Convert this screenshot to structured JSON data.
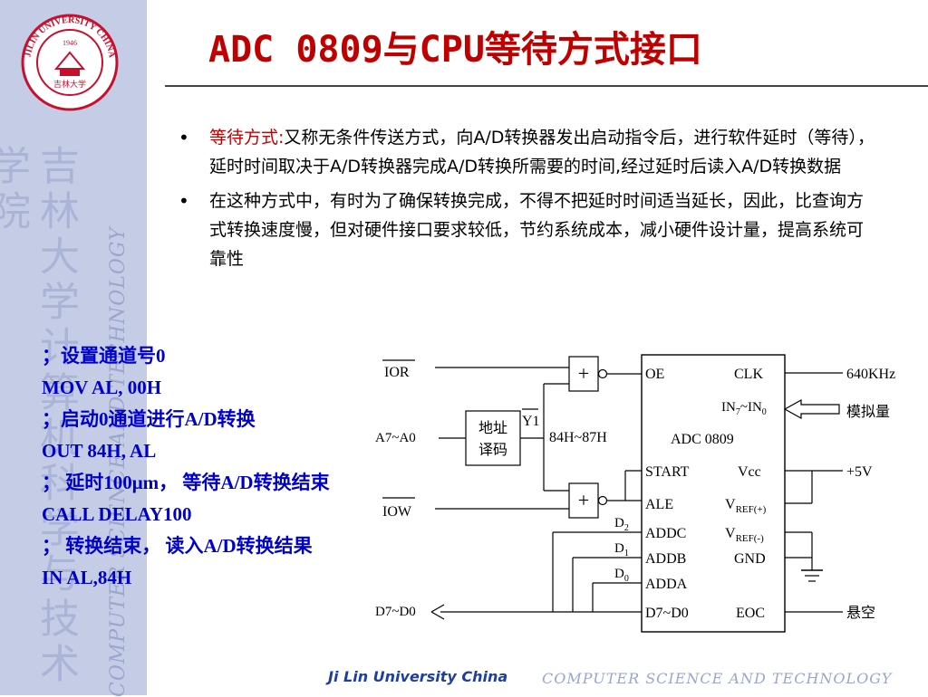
{
  "title": "ADC 0809与CPU等待方式接口",
  "logo": {
    "ring_text": "JILIN UNIVERSITY CHINA",
    "year": "1946",
    "inner_text": "吉林大学"
  },
  "sidebar": {
    "watermark_cn": "吉林大学计算机科学与技术学院",
    "watermark_en": "COMPUTER SCIENCE AND TECHNOLOGY"
  },
  "bullets": [
    {
      "highlight": "等待方式:",
      "text": "又称无条件传送方式，向A/D转换器发出启动指令后，进行软件延时（等待），延时时间取决于A/D转换器完成A/D转换所需要的时间,经过延时后读入A/D转换数据"
    },
    {
      "highlight": "",
      "text": "在这种方式中，有时为了确保转换完成，不得不把延时时间适当延长，因此，比查询方式转换速度慢，但对硬件接口要求较低，节约系统成本，减小硬件设计量，提高系统可靠性"
    }
  ],
  "code": [
    "；设置通道号0",
    "MOV   AL,  00H",
    "；启动0通道进行A/D转换",
    "OUT   84H, AL",
    "；  延时100μm，  等待A/D转换结束",
    "CALL  DELAY100",
    "；  转换结束，  读入A/D转换结果",
    "IN    AL,84H"
  ],
  "diagram": {
    "ior": "IOR",
    "iow": "IOW",
    "addr_bus": "A7~A0",
    "data_bus": "D7~D0",
    "decoder_line1": "地址",
    "decoder_line2": "译码",
    "y1": "Y1",
    "port_range": "84H~87H",
    "chip_name": "ADC 0809",
    "gate_symbol": "+",
    "pins_left": [
      "OE",
      "START",
      "ALE",
      "ADDC",
      "ADDB",
      "ADDA",
      "D7~D0"
    ],
    "pins_right": [
      "CLK",
      "IN7~IN0",
      "Vcc",
      "VREF(+)",
      "VREF(-)",
      "GND",
      "EOC"
    ],
    "addr_bits": [
      "D2",
      "D1",
      "D0"
    ],
    "clock": "640KHz",
    "analog": "模拟量",
    "vplus": "+5V",
    "eoc_state": "悬空"
  },
  "footer": {
    "left": "Ji Lin University China",
    "right": "COMPUTER   SCIENCE  AND  TECHNOLOGY"
  }
}
